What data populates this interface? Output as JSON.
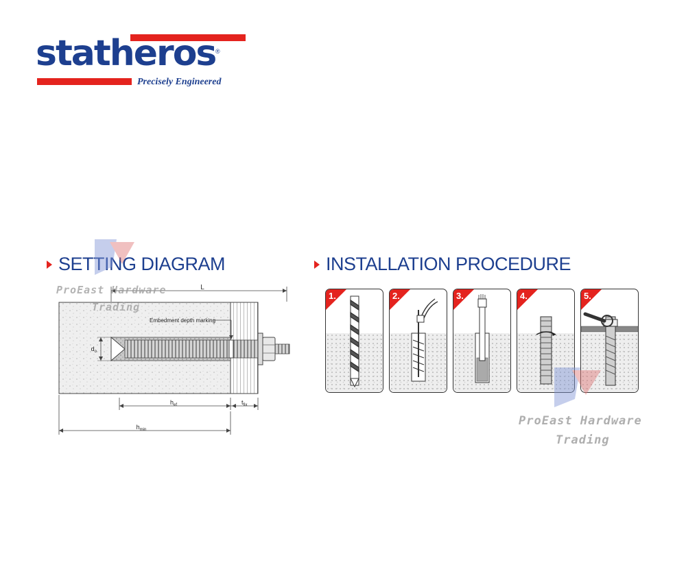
{
  "brand": {
    "name": "statheros",
    "registered_mark": "®",
    "tagline": "Precisely Engineered",
    "color_blue": "#1d3f8f",
    "color_red": "#e4231e"
  },
  "setting_diagram": {
    "title": "SETTING DIAGRAM",
    "labels": {
      "length": "L",
      "embedment": "Embedment depth marking",
      "diameter": "d",
      "diameter_sub": "o",
      "hef": "h",
      "hef_sub": "ef",
      "tfix": "t",
      "tfix_sub": "fix",
      "hmin": "h",
      "hmin_sub": "min"
    }
  },
  "installation": {
    "title": "INSTALLATION PROCEDURE",
    "steps": [
      {
        "number": "1.",
        "icon": "drill-bit-icon"
      },
      {
        "number": "2.",
        "icon": "blow-out-brush-icon"
      },
      {
        "number": "3.",
        "icon": "inject-adhesive-icon"
      },
      {
        "number": "4.",
        "icon": "insert-rod-icon"
      },
      {
        "number": "5.",
        "icon": "tighten-nut-icon"
      }
    ]
  },
  "watermark": {
    "line1": "ProEast Hardware",
    "line2": "Trading"
  }
}
